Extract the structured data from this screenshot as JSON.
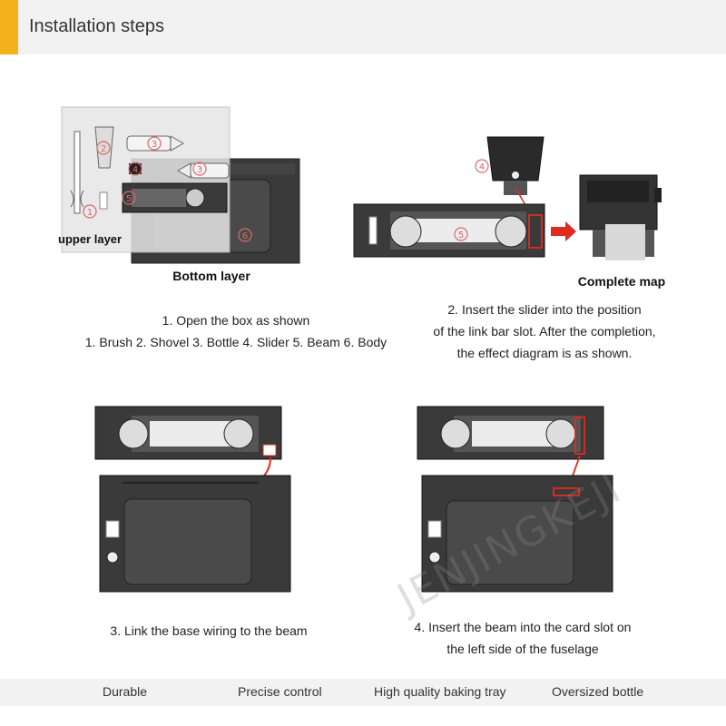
{
  "header": {
    "title": "Installation steps",
    "accent_color": "#f3b21b"
  },
  "step1": {
    "upper_layer_label": "upper layer",
    "bottom_layer_label": "Bottom layer",
    "caption_line1": "1. Open the box as shown",
    "caption_line2": "1. Brush 2. Shovel 3. Bottle 4. Slider 5. Beam 6. Body",
    "markers": [
      "①",
      "②",
      "③",
      "③",
      "④",
      "⑤",
      "⑥"
    ]
  },
  "step2": {
    "complete_map_label": "Complete map",
    "caption_line1": "2. Insert the slider into the position",
    "caption_line2": "of the link bar slot. After the completion,",
    "caption_line3": "the effect diagram is as shown.",
    "markers": [
      "④",
      "⑤"
    ]
  },
  "step3": {
    "caption": "3. Link the base wiring to the beam"
  },
  "step4": {
    "caption_line1": "4. Insert the beam into the card slot on",
    "caption_line2": "the left side of the fuselage"
  },
  "features": [
    "Durable",
    "Precise control",
    "High quality baking tray",
    "Oversized bottle"
  ],
  "watermark": "JENJINGKEJI",
  "highlight_color": "#e02b20"
}
